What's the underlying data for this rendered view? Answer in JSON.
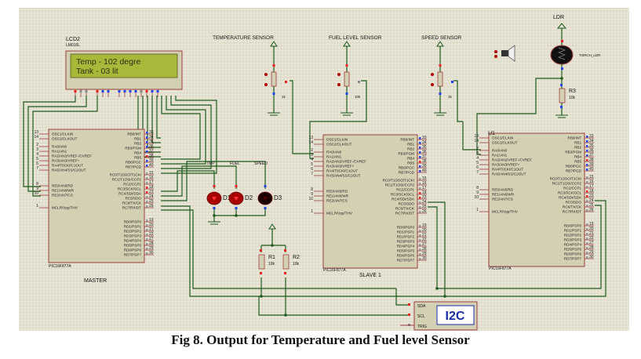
{
  "caption": "Fig 8. Output for Temperature and Fuel level Sensor",
  "colors": {
    "background": "#e3dfcf",
    "wire": "#1e5a1e",
    "ic_body": "#d4d0b4",
    "ic_border": "#9a4040",
    "lcd_screen": "#a7b83a",
    "led_red": "#b00000",
    "led_off": "#220000",
    "pin_red": "#ee2222",
    "pin_blue": "#2244ee",
    "i2c_text": "#1a2ea8"
  },
  "lcd": {
    "ref": "LCD2",
    "part": "LM016L",
    "line1": "Temp - 102 degre",
    "line2": "Tank -   03 lit"
  },
  "sensors": [
    {
      "label": "TEMPERATURE SENSOR",
      "value": "1k"
    },
    {
      "label": "FUEL LEVEL SENSOR",
      "value": "10k"
    },
    {
      "label": "SPEED SENSOR",
      "value": "1k"
    }
  ],
  "ldr": {
    "label": "LDR",
    "part": "TORCH_LDR",
    "resistor_ref": "R3",
    "resistor_value": "10k"
  },
  "leds": {
    "labels": [
      "TMP",
      "FUEL",
      "SPEED"
    ],
    "refs": [
      "D1",
      "D2",
      "D3"
    ],
    "states": [
      "on",
      "on",
      "off"
    ]
  },
  "pullups": [
    {
      "ref": "R1",
      "value": "10k"
    },
    {
      "ref": "R2",
      "value": "10k"
    }
  ],
  "mcus": [
    {
      "name": "MASTER",
      "part": "PIC16F877A",
      "ref": ""
    },
    {
      "name": "SLAVE 1",
      "part": "PIC16F877A",
      "ref": ""
    },
    {
      "name": "",
      "part": "PIC16F877A",
      "ref": "U1"
    }
  ],
  "pic_left_pins": [
    {
      "no": "13",
      "name": "OSC1/CLKIN"
    },
    {
      "no": "14",
      "name": "OSC2/CLKOUT"
    },
    {
      "no": "2",
      "name": "RA0/AN0"
    },
    {
      "no": "3",
      "name": "RA1/AN1"
    },
    {
      "no": "4",
      "name": "RA2/AN2/VREF-/CVREF"
    },
    {
      "no": "5",
      "name": "RA3/AN3/VREF+"
    },
    {
      "no": "6",
      "name": "RA4/T0CKI/C1OUT"
    },
    {
      "no": "7",
      "name": "RA5/AN4/SS/C2OUT"
    },
    {
      "no": "8",
      "name": "RE0/AN5/RD"
    },
    {
      "no": "9",
      "name": "RE1/AN6/WR"
    },
    {
      "no": "10",
      "name": "RE2/AN7/CS"
    },
    {
      "no": "1",
      "name": "MCLR/Vpp/THV"
    }
  ],
  "pic_right_pins": [
    {
      "no": "33",
      "name": "RB0/INT"
    },
    {
      "no": "34",
      "name": "RB1"
    },
    {
      "no": "35",
      "name": "RB2"
    },
    {
      "no": "36",
      "name": "RB3/PGM"
    },
    {
      "no": "37",
      "name": "RB4"
    },
    {
      "no": "38",
      "name": "RB5"
    },
    {
      "no": "39",
      "name": "RB6/PGC"
    },
    {
      "no": "40",
      "name": "RB7/PGD"
    },
    {
      "no": "15",
      "name": "RC0/T1OSO/T1CKI"
    },
    {
      "no": "16",
      "name": "RC1/T1OSI/CCP2"
    },
    {
      "no": "17",
      "name": "RC2/CCP1"
    },
    {
      "no": "18",
      "name": "RC3/SCK/SCL"
    },
    {
      "no": "23",
      "name": "RC4/SDI/SDA"
    },
    {
      "no": "24",
      "name": "RC5/SDO"
    },
    {
      "no": "25",
      "name": "RC6/TX/CK"
    },
    {
      "no": "26",
      "name": "RC7/RX/DT"
    },
    {
      "no": "19",
      "name": "RD0/PSP0"
    },
    {
      "no": "20",
      "name": "RD1/PSP1"
    },
    {
      "no": "21",
      "name": "RD2/PSP2"
    },
    {
      "no": "22",
      "name": "RD3/PSP3"
    },
    {
      "no": "27",
      "name": "RD4/PSP4"
    },
    {
      "no": "28",
      "name": "RD5/PSP5"
    },
    {
      "no": "29",
      "name": "RD6/PSP6"
    },
    {
      "no": "30",
      "name": "RD7/PSP7"
    }
  ],
  "i2c": {
    "title": "I2C",
    "pins": [
      "SDA",
      "SCL",
      "TRIG"
    ]
  }
}
